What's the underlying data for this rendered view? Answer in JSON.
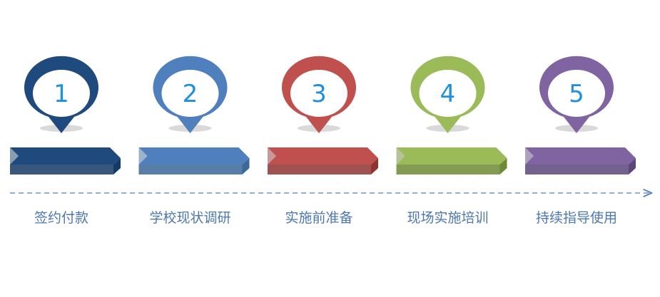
{
  "steps": [
    {
      "number": "1",
      "label": "签约付款",
      "color": "#1f4a7e",
      "dark": "#163a66",
      "face": "#1f4a7e"
    },
    {
      "number": "2",
      "label": "学校现状调研",
      "color": "#4f80bd",
      "dark": "#3b6799",
      "face": "#4f80bd"
    },
    {
      "number": "3",
      "label": "实施前准备",
      "color": "#c0504d",
      "dark": "#8f3431",
      "face": "#c0504d"
    },
    {
      "number": "4",
      "label": "现场实施培训",
      "color": "#9bbb59",
      "dark": "#6f8a35",
      "face": "#9bbb59"
    },
    {
      "number": "5",
      "label": "持续指导使用",
      "color": "#8064a2",
      "dark": "#5b457a",
      "face": "#8064a2"
    }
  ],
  "arrow_color": "#4f80bd"
}
